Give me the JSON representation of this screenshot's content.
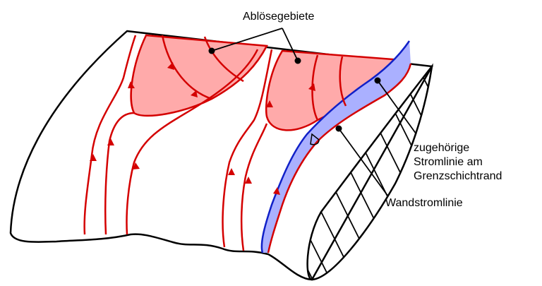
{
  "labels": {
    "separation_regions": "Ablösegebiete",
    "boundary_layer_streamline_line1": "zugehörige",
    "boundary_layer_streamline_line2": "Stromlinie am",
    "boundary_layer_streamline_line3": "Grenzschichtrand",
    "wall_streamline": "Wandstromlinie"
  },
  "colors": {
    "outline": "#000000",
    "streamline": "#d40000",
    "separation_fill": "#ffaaaa",
    "boundary_layer_band": "#aab0ff",
    "boundary_layer_line": "#1020c8",
    "hatch": "#000000"
  }
}
